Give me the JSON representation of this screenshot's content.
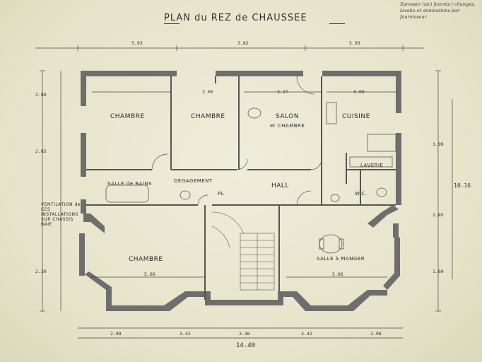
{
  "title": "PLAN du REZ de CHAUSSEE",
  "note": "Sprosser (sic) fournis / changes, lavabo et annotations par fournisseur",
  "rooms": {
    "chambre_1": "CHAMBRE",
    "chambre_2": "CHAMBRE",
    "salon": "SALON",
    "salon_sub": "et CHAMBRE",
    "cuisine": "CUISINE",
    "laverie": "LAVERIE",
    "wc": "W.C.",
    "salle_bains": "SALLE de BAINS",
    "degagement": "DEGAGEMENT",
    "pl": "PL",
    "hall": "HALL",
    "chambre_3": "CHAMBRE",
    "salle_a_manger": "SALLE à MANGER",
    "ventilation": "VENTILATION de CES INSTALLATIONS SUR CHASSIS BAIE"
  },
  "dimensions": {
    "top_left": "5.93",
    "top_mid": "3.82",
    "top_right": "5.93",
    "total_width": "14.40",
    "bottom_1": "2.98",
    "bottom_2": "3.42",
    "bottom_3": "3.36",
    "bottom_4": "3.42",
    "bottom_5": "2.98",
    "right_height": "10.16",
    "left_1": "2.80",
    "left_2": "2.85",
    "left_3": "2.30",
    "room_1": "3.00",
    "room_2": "3.27",
    "room_3": "3.00",
    "chambre_width": "5.06",
    "sam_width": "5.06",
    "right_1": "1.96",
    "right_2": "2.85",
    "right_3": "1.60"
  }
}
